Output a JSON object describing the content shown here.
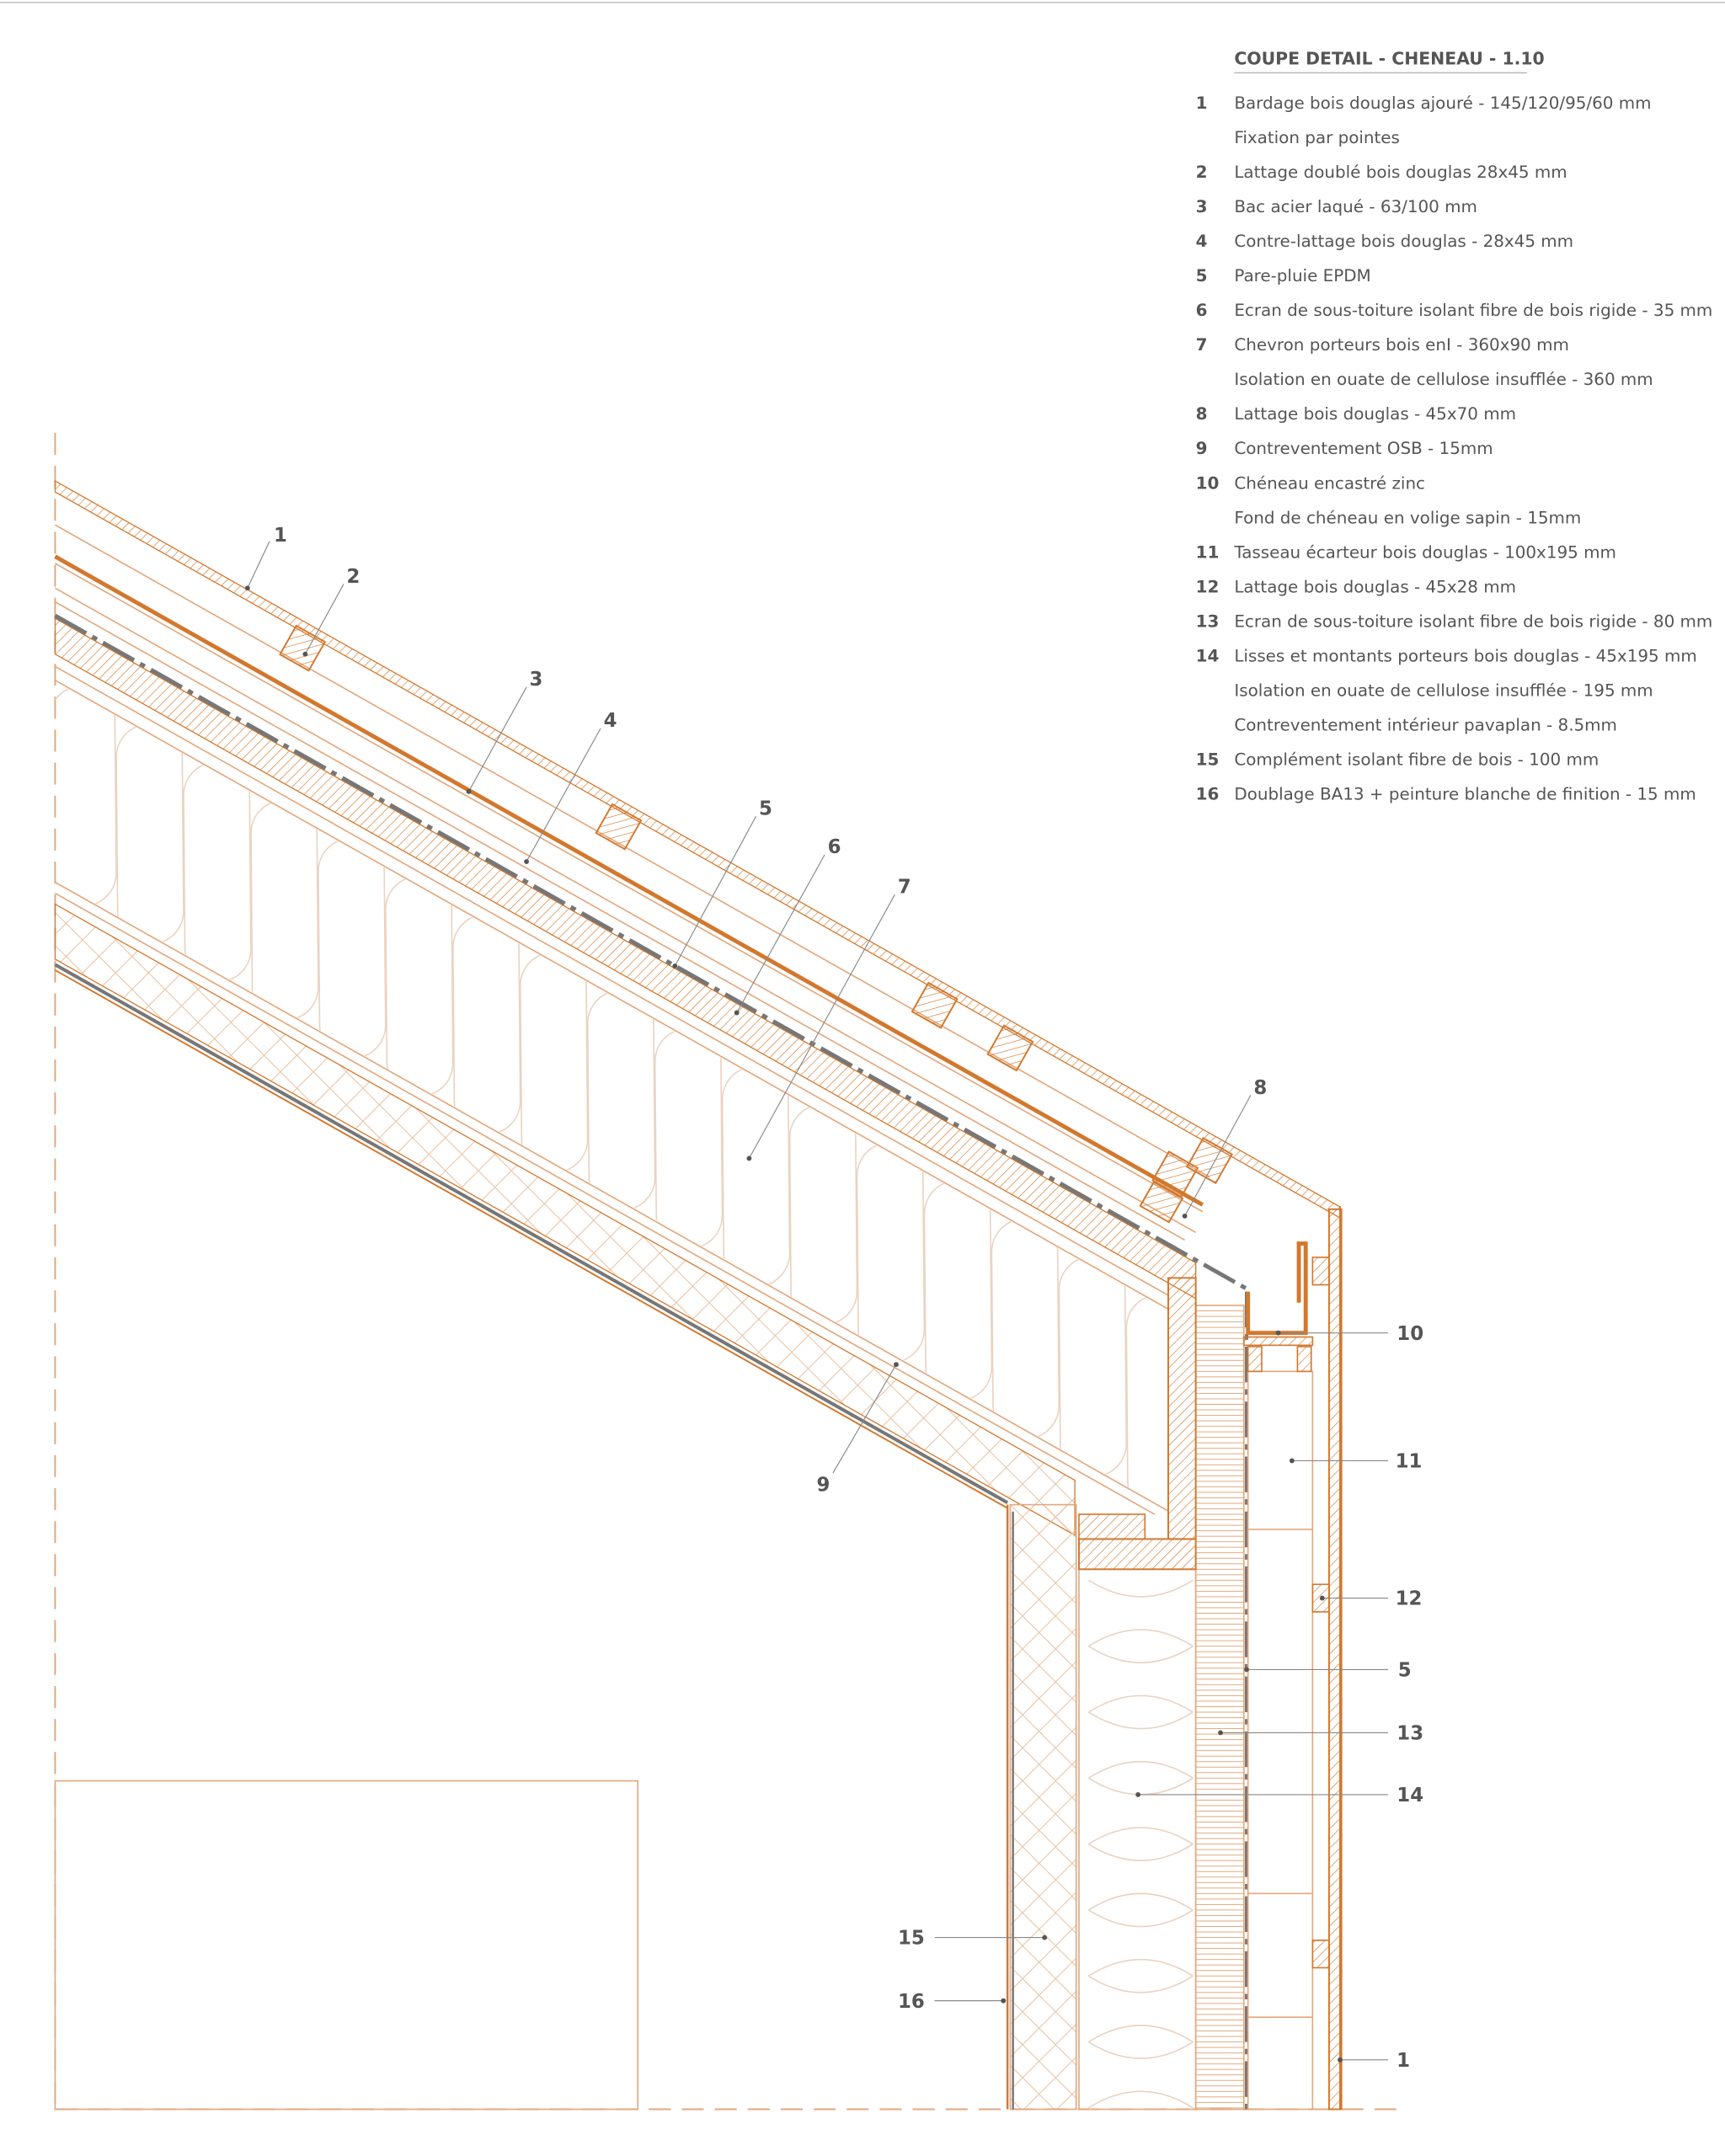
{
  "legend": {
    "title": "COUPE DETAIL - CHENEAU - 1.10",
    "items": [
      {
        "num": "1",
        "text": "Bardage bois douglas ajouré - 145/120/95/60 mm"
      },
      {
        "num": "",
        "text": "Fixation par pointes"
      },
      {
        "num": "2",
        "text": "Lattage doublé bois douglas 28x45 mm"
      },
      {
        "num": "3",
        "text": "Bac acier laqué - 63/100  mm"
      },
      {
        "num": "4",
        "text": "Contre-lattage bois douglas - 28x45 mm"
      },
      {
        "num": "5",
        "text": "Pare-pluie EPDM"
      },
      {
        "num": "6",
        "text": "Ecran de sous-toiture isolant fibre de bois rigide - 35 mm"
      },
      {
        "num": "7",
        "text": "Chevron porteurs bois enI - 360x90 mm"
      },
      {
        "num": "",
        "text": "Isolation en ouate de cellulose insufflée - 360 mm"
      },
      {
        "num": "8",
        "text": "Lattage bois douglas - 45x70 mm"
      },
      {
        "num": "9",
        "text": "Contreventement OSB - 15mm"
      },
      {
        "num": "10",
        "text": "Chéneau encastré zinc"
      },
      {
        "num": "",
        "text": "Fond de chéneau en volige sapin - 15mm"
      },
      {
        "num": "11",
        "text": "Tasseau écarteur bois douglas - 100x195 mm"
      },
      {
        "num": "12",
        "text": "Lattage bois douglas - 45x28 mm"
      },
      {
        "num": "13",
        "text": "Ecran de sous-toiture isolant fibre de bois rigide - 80 mm"
      },
      {
        "num": "14",
        "text": "Lisses et montants porteurs bois douglas - 45x195 mm"
      },
      {
        "num": "",
        "text": "Isolation en ouate de cellulose insufflée - 195 mm"
      },
      {
        "num": "",
        "text": "Contreventement intérieur pavaplan - 8.5mm"
      },
      {
        "num": "15",
        "text": "Complément isolant fibre de bois - 100 mm"
      },
      {
        "num": "16",
        "text": "Doublage BA13 + peinture blanche de finition - 15 mm"
      }
    ]
  },
  "callouts": [
    "1",
    "2",
    "3",
    "4",
    "5",
    "6",
    "7",
    "8",
    "9",
    "10",
    "11",
    "12",
    "5",
    "13",
    "14",
    "15",
    "16",
    "1"
  ],
  "colors": {
    "wood": "#d2782e",
    "line": "#e2a77c",
    "membrane": "#777777",
    "text": "#555555"
  }
}
